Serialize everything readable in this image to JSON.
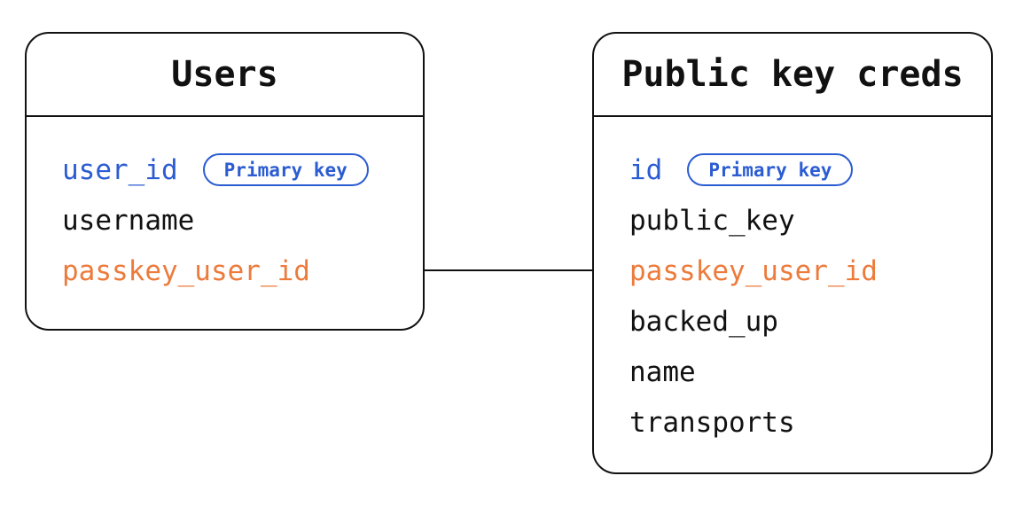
{
  "diagram": {
    "tables": [
      {
        "title": "Users",
        "fields": [
          {
            "name": "user_id",
            "role": "primary",
            "badge": "Primary key"
          },
          {
            "name": "username",
            "role": "normal"
          },
          {
            "name": "passkey_user_id",
            "role": "foreign"
          }
        ]
      },
      {
        "title": "Public key creds",
        "fields": [
          {
            "name": "id",
            "role": "primary",
            "badge": "Primary key"
          },
          {
            "name": "public_key",
            "role": "normal"
          },
          {
            "name": "passkey_user_id",
            "role": "foreign"
          },
          {
            "name": "backed_up",
            "role": "normal"
          },
          {
            "name": "name",
            "role": "normal"
          },
          {
            "name": "transports",
            "role": "normal"
          }
        ]
      }
    ],
    "relationship": {
      "from": "Users.passkey_user_id",
      "to": "Public key creds.passkey_user_id"
    },
    "colors": {
      "primary_key_blue": "#2b5cd1",
      "foreign_key_orange": "#ec7b3c",
      "text_and_border": "#111111",
      "background": "#ffffff"
    }
  }
}
